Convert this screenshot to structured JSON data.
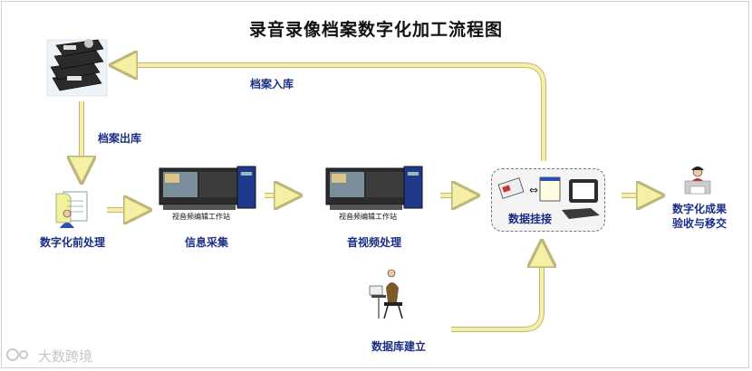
{
  "title": "录音录像档案数字化加工流程图",
  "labels": {
    "archive_in": "档案入库",
    "archive_out": "档案出库",
    "pre_process": "数字化前处理",
    "info_collect": "信息采集",
    "av_process": "音视频处理",
    "data_mount": "数据挂接",
    "result_line1": "数字化成果",
    "result_line2": "验收与移交",
    "db_build": "数据库建立",
    "workstation1": "视音频编辑工作站",
    "workstation2": "视音频编辑工作站"
  },
  "watermark": "大数跨境",
  "colors": {
    "arrow": "#f5f0a6",
    "arrow_edge": "#bdb77a",
    "label": "#1b2e86"
  }
}
